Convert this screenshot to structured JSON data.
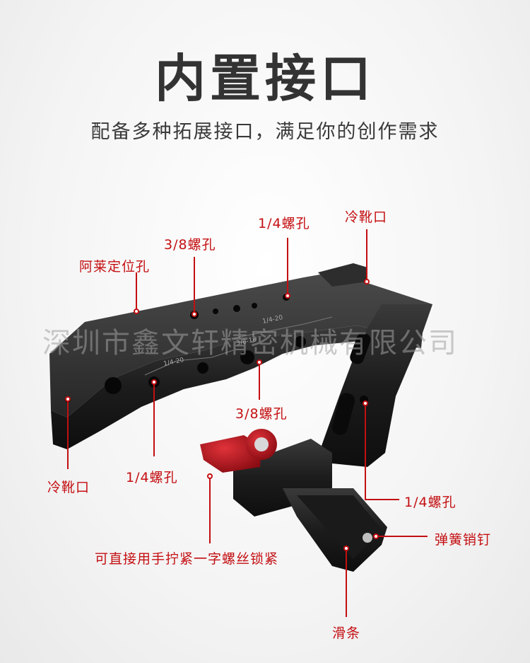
{
  "title": "内置接口",
  "subtitle": "配备多种拓展接口，满足你的创作需求",
  "watermark": "深圳市鑫文轩精密机械有限公司",
  "callouts": {
    "cold_shoe_top": "冷靴口",
    "hole_quarter_top": "1/4螺孔",
    "hole_38_top": "3/8螺孔",
    "arri_locating": "阿莱定位孔",
    "hole_38_mid": "3/8螺孔",
    "cold_shoe_left": "冷靴口",
    "hole_quarter_bottom": "1/4螺孔",
    "hole_quarter_right": "1/4螺孔",
    "spring_pin": "弹簧销钉",
    "thumb_screw": "可直接用手拧紧一字螺丝锁紧",
    "rail": "滑条"
  },
  "engravings": {
    "a": "1/4-20",
    "b": "3/8-16",
    "c": "1/4-20"
  },
  "colors": {
    "accent": "#c40f12",
    "handle": "#1e1e1e",
    "knob": "#b5121b"
  }
}
